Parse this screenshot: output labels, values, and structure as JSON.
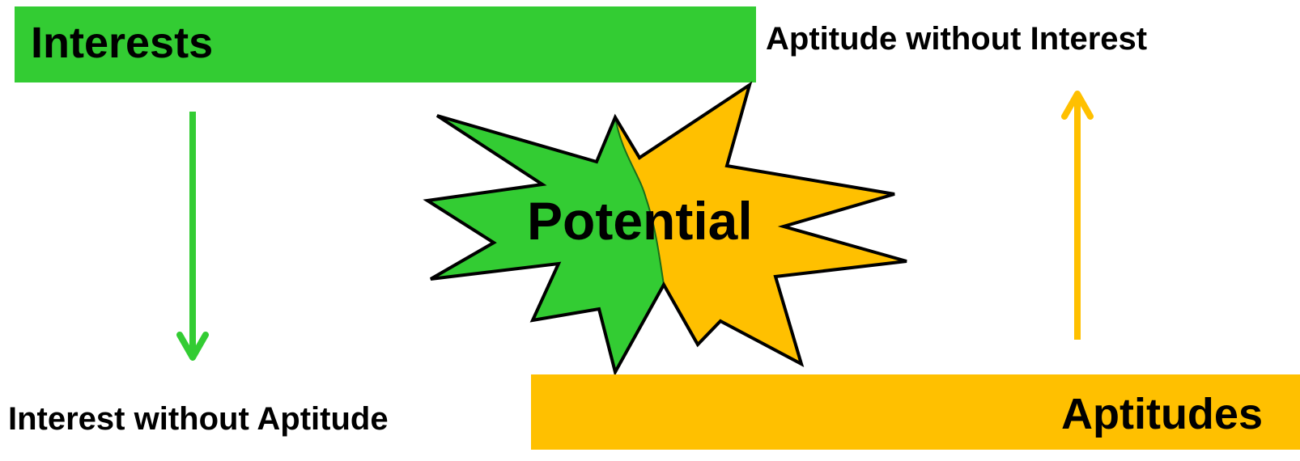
{
  "diagram": {
    "interests_label": "Interests",
    "aptitudes_label": "Aptitudes",
    "potential_label": "Potential",
    "aptitude_without_interest": "Aptitude without Interest",
    "interest_without_aptitude": "Interest without Aptitude"
  },
  "colors": {
    "green": "#33cc33",
    "amber": "#ffc000",
    "outline": "#000000"
  }
}
